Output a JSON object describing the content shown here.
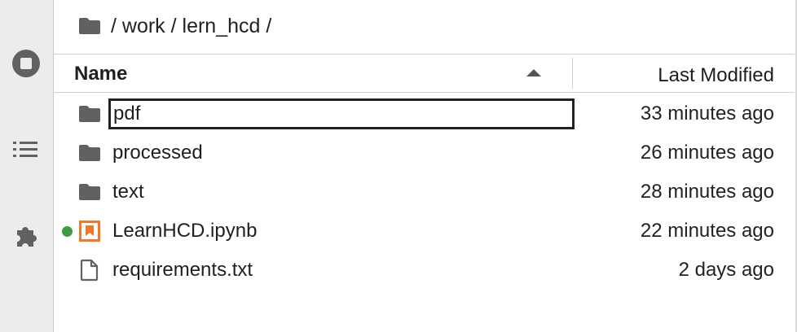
{
  "breadcrumb": {
    "icon": "folder-icon",
    "path": "/ work / lern_hcd /"
  },
  "sidebar": {
    "items": [
      {
        "name": "running-sessions-icon"
      },
      {
        "name": "table-of-contents-icon"
      },
      {
        "name": "extension-manager-icon"
      }
    ]
  },
  "header": {
    "name_label": "Name",
    "modified_label": "Last Modified",
    "sort_direction": "ascending"
  },
  "files": [
    {
      "name": "pdf",
      "type": "folder",
      "modified": "33 minutes ago",
      "renaming": true
    },
    {
      "name": "processed",
      "type": "folder",
      "modified": "26 minutes ago"
    },
    {
      "name": "text",
      "type": "folder",
      "modified": "28 minutes ago"
    },
    {
      "name": "LearnHCD.ipynb",
      "type": "notebook",
      "modified": "22 minutes ago",
      "running": true
    },
    {
      "name": "requirements.txt",
      "type": "file",
      "modified": "2 days ago"
    }
  ],
  "colors": {
    "running_dot": "#3f9b3f",
    "notebook_icon": "#f37726",
    "folder_icon": "#616161"
  }
}
